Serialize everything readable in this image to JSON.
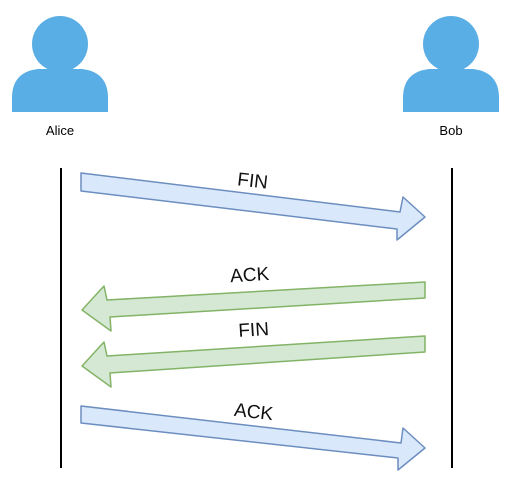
{
  "participants": {
    "left": {
      "name": "Alice",
      "icon": "person-icon"
    },
    "right": {
      "name": "Bob",
      "icon": "person-icon"
    }
  },
  "messages": [
    {
      "label": "FIN",
      "direction": "right",
      "color": "blue"
    },
    {
      "label": "ACK",
      "direction": "left",
      "color": "green"
    },
    {
      "label": "FIN",
      "direction": "left",
      "color": "green"
    },
    {
      "label": "ACK",
      "direction": "right",
      "color": "blue"
    }
  ],
  "colors": {
    "person": "#5aaee6",
    "blue_fill": "#dae8fc",
    "blue_stroke": "#6c8ebf",
    "green_fill": "#d5e8d4",
    "green_stroke": "#82b366",
    "lifeline": "#000000"
  }
}
